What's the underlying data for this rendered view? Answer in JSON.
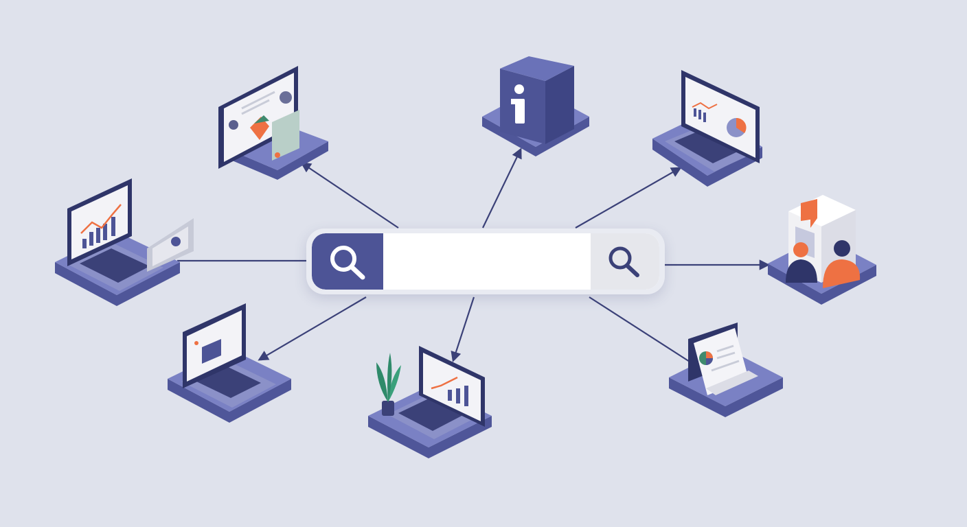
{
  "search": {
    "value": "",
    "placeholder": ""
  },
  "colors": {
    "background": "#dfe2ec",
    "brand": "#4d5496",
    "platform": "#7a81c4",
    "platform_dark": "#4f5699",
    "accent": "#ee7143",
    "line": "#3b4178"
  },
  "icons": {
    "primary_search": "magnifier-icon",
    "secondary_search": "magnifier-icon",
    "info": "info-icon"
  },
  "nodes": [
    {
      "id": "top-left-dashboard",
      "icon": "dashboard-icon"
    },
    {
      "id": "top-info-cube",
      "icon": "info-icon"
    },
    {
      "id": "top-right-laptop",
      "icon": "chart-icon"
    },
    {
      "id": "left-laptop",
      "icon": "line-chart-icon"
    },
    {
      "id": "right-people",
      "icon": "people-icon"
    },
    {
      "id": "bottom-left-laptop",
      "icon": "video-icon"
    },
    {
      "id": "bottom-center-laptop",
      "icon": "bar-chart-icon"
    },
    {
      "id": "bottom-right-document",
      "icon": "pie-chart-icon"
    }
  ]
}
